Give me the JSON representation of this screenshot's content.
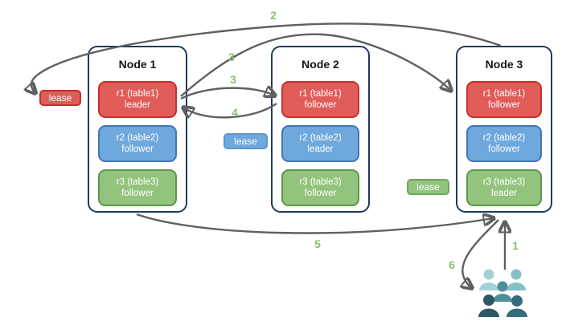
{
  "nodes": [
    {
      "title": "Node 1",
      "replicas": [
        {
          "name": "r1 (table1)",
          "role": "leader",
          "color": "#e05c59"
        },
        {
          "name": "r2 (table2)",
          "role": "follower",
          "color": "#6fa8dc"
        },
        {
          "name": "r3 (table3)",
          "role": "follower",
          "color": "#93c47d"
        }
      ]
    },
    {
      "title": "Node 2",
      "replicas": [
        {
          "name": "r1 (table1)",
          "role": "follower",
          "color": "#e05c59"
        },
        {
          "name": "r2 (table2)",
          "role": "leader",
          "color": "#6fa8dc"
        },
        {
          "name": "r3 (table3)",
          "role": "follower",
          "color": "#93c47d"
        }
      ]
    },
    {
      "title": "Node 3",
      "replicas": [
        {
          "name": "r1 (table1)",
          "role": "follower",
          "color": "#e05c59"
        },
        {
          "name": "r2 (table2)",
          "role": "follower",
          "color": "#6fa8dc"
        },
        {
          "name": "r3 (table3)",
          "role": "leader",
          "color": "#93c47d"
        }
      ]
    }
  ],
  "leases": [
    {
      "label": "lease",
      "color": "#e05c59"
    },
    {
      "label": "lease",
      "color": "#6fa8dc"
    },
    {
      "label": "lease",
      "color": "#93c47d"
    }
  ],
  "steps": {
    "s1": "1",
    "s2": "2",
    "s3a": "3",
    "s3b": "3",
    "s4": "4",
    "s5": "5",
    "s6": "6"
  },
  "icons": {
    "users_group": "users-group-icon"
  },
  "colors": {
    "node_border": "#1f3a60",
    "arrow": "#606060",
    "step_label": "#8cbe70",
    "replica_red": "#e05c59",
    "replica_blue": "#6fa8dc",
    "replica_green": "#93c47d",
    "people": [
      "#a3d2d6",
      "#85c0c6",
      "#4f8d99",
      "#2b5968",
      "#356c7c"
    ]
  }
}
